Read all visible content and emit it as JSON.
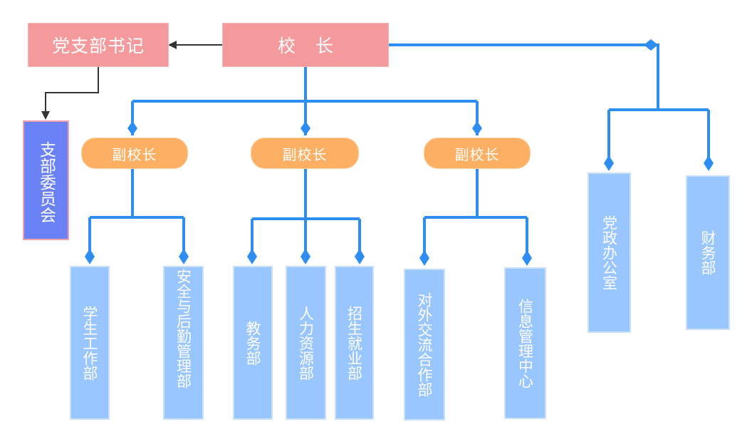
{
  "nodes": {
    "party_secretary": "党支部书记",
    "principal": "校 长",
    "branch_committee": "支部委员会",
    "vice_principal_1": "副校长",
    "vice_principal_2": "副校长",
    "vice_principal_3": "副校长",
    "student_affairs": "学生工作部",
    "safety_logistics": "安全与后勤管理部",
    "academic_affairs": "教务部",
    "human_resources": "人力资源部",
    "admissions_employment": "招生就业部",
    "international_cooperation": "对外交流合作部",
    "information_center": "信息管理中心",
    "party_admin_office": "党政办公室",
    "finance": "财务部"
  },
  "colors": {
    "top_node": "#f59a9c",
    "committee_node": "#6b81f6",
    "vice_node": "#fdb063",
    "dept_node": "#9ac6ff",
    "main_connector": "#2e8df0",
    "secretary_connector": "#333333"
  }
}
